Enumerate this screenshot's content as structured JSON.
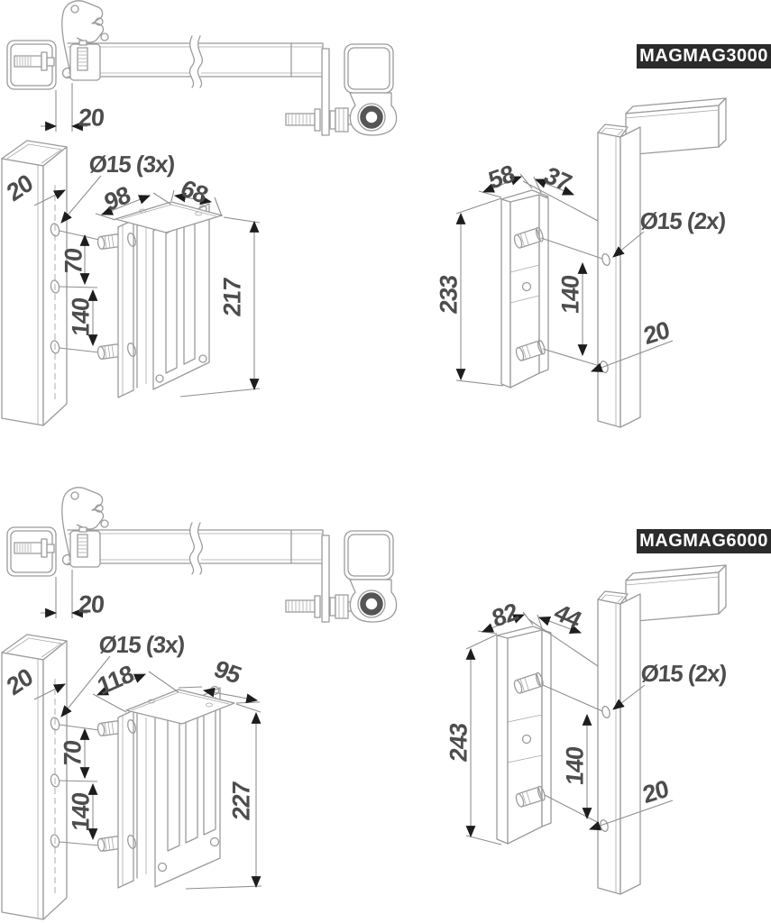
{
  "diagram": {
    "products": [
      {
        "name": "MAGMAG3000",
        "magnet_side": {
          "gate_offset": "20",
          "post_thickness": "20",
          "holes": "Ø15 (3x)",
          "depth": "98",
          "width": "68",
          "hole_spacing_upper": "70",
          "hole_spacing_lower": "140",
          "height": "217"
        },
        "keeper_side": {
          "width": "58",
          "depth": "37",
          "height": "233",
          "hole_spacing": "140",
          "holes": "Ø15 (2x)",
          "edge_offset": "20"
        }
      },
      {
        "name": "MAGMAG6000",
        "magnet_side": {
          "gate_offset": "20",
          "post_thickness": "20",
          "holes": "Ø15 (3x)",
          "depth": "118",
          "width": "95",
          "hole_spacing_upper": "70",
          "hole_spacing_lower": "140",
          "height": "227"
        },
        "keeper_side": {
          "width": "82",
          "depth": "44",
          "height": "243",
          "hole_spacing": "140",
          "holes": "Ø15 (2x)",
          "edge_offset": "20"
        }
      }
    ],
    "colors": {
      "line": "#9b9b9b",
      "dim_text": "#4d4d4d",
      "arrow": "#1d1d1d",
      "label_bg": "#2b2b2b",
      "label_text": "#ffffff",
      "background": "#ffffff"
    }
  }
}
